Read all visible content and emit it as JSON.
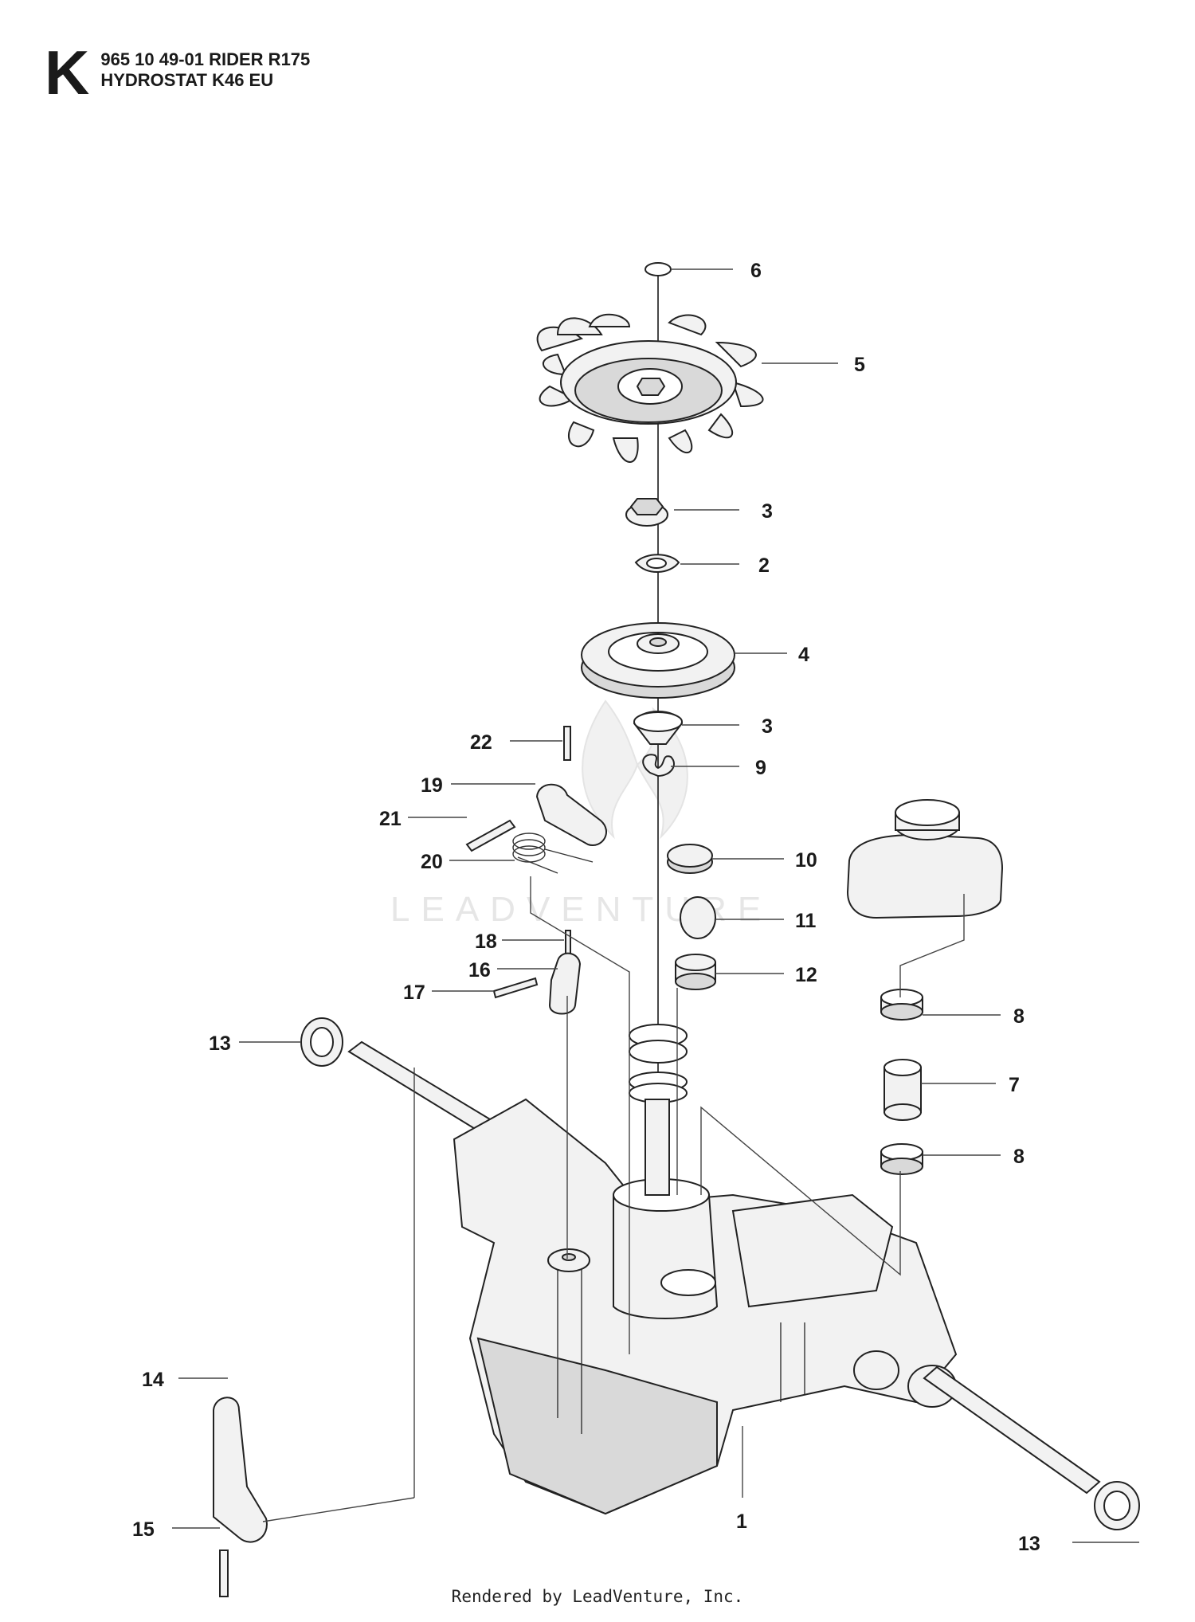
{
  "header": {
    "section_letter": "K",
    "line1": "965 10 49-01 RIDER R175",
    "line2": "HYDROSTAT K46 EU"
  },
  "watermark": "LEADVENTURE",
  "footer": "Rendered by LeadVenture, Inc.",
  "callouts": {
    "p1": "1",
    "p2": "2",
    "p3a": "3",
    "p3b": "3",
    "p4": "4",
    "p5": "5",
    "p6": "6",
    "p7": "7",
    "p8a": "8",
    "p8b": "8",
    "p9": "9",
    "p10": "10",
    "p11": "11",
    "p12": "12",
    "p13a": "13",
    "p13b": "13",
    "p14": "14",
    "p15": "15",
    "p16": "16",
    "p17": "17",
    "p18": "18",
    "p19": "19",
    "p20": "20",
    "p21": "21",
    "p22": "22"
  }
}
